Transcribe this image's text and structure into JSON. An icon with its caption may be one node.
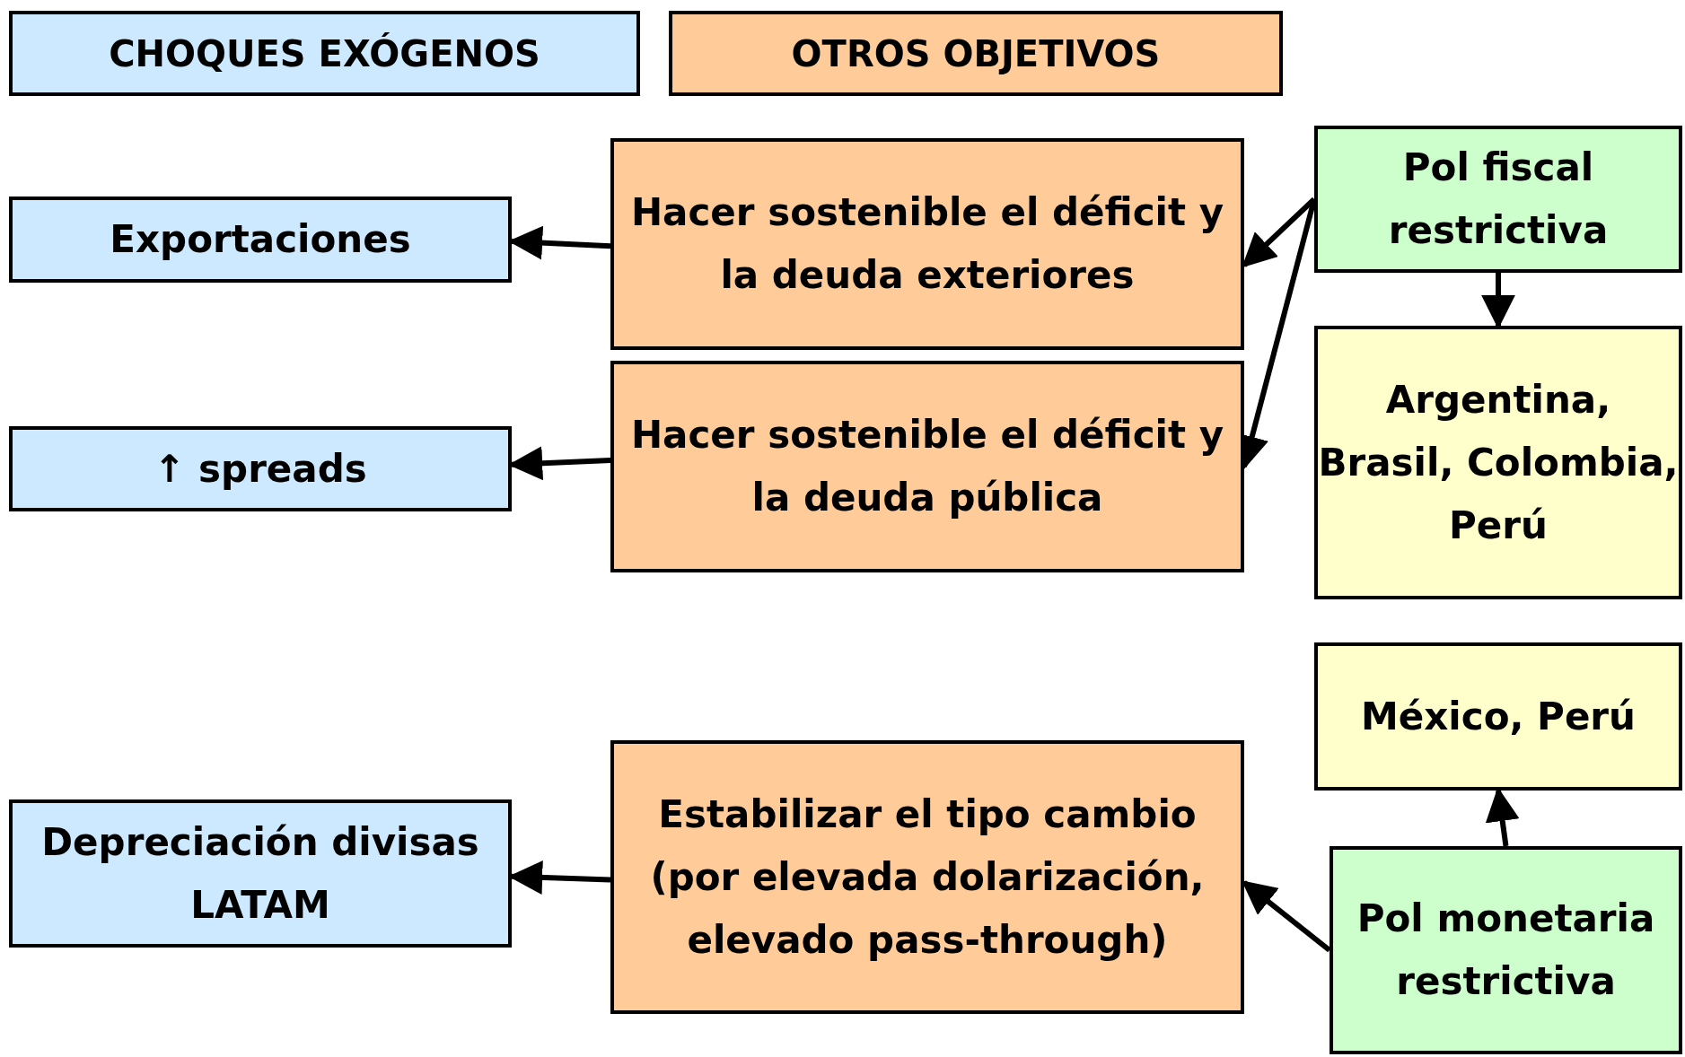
{
  "diagram": {
    "nodes": [
      {
        "text": [
          "CHOQUES EXÓGENOS"
        ]
      },
      {
        "text": [
          "OTROS OBJETIVOS"
        ]
      },
      {
        "text": [
          "Exportaciones"
        ]
      },
      {
        "text": [
          "Hacer sostenible el déficit y la deuda exteriores"
        ]
      },
      {
        "text": [
          "Pol fiscal restrictiva"
        ]
      },
      {
        "text": [
          "↑ spreads"
        ]
      },
      {
        "text": [
          "Hacer sostenible el déficit y la deuda pública"
        ]
      },
      {
        "text": [
          "Argentina, Brasil, Colombia, Perú"
        ]
      },
      {
        "text": [
          "México, Perú"
        ]
      },
      {
        "text": [
          "Depreciación divisas LATAM"
        ]
      },
      {
        "text": [
          "Estabilizar el tipo cambio (por elevada dolarización, elevado pass-through)"
        ]
      },
      {
        "text": [
          "Pol monetaria restrictiva"
        ]
      }
    ],
    "edges": [
      {
        "from": 3,
        "to": 2,
        "arrow": "to"
      },
      {
        "from": 6,
        "to": 5,
        "arrow": "to"
      },
      {
        "from": 10,
        "to": 9,
        "arrow": "to"
      },
      {
        "from": 4,
        "to": 3,
        "arrow": "to"
      },
      {
        "from": 4,
        "to": 6,
        "arrow": "to"
      },
      {
        "from": 4,
        "to": 7,
        "arrow": "to"
      },
      {
        "from": 11,
        "to": 8,
        "arrow": "to"
      },
      {
        "from": 11,
        "to": 10,
        "arrow": "to"
      }
    ]
  }
}
